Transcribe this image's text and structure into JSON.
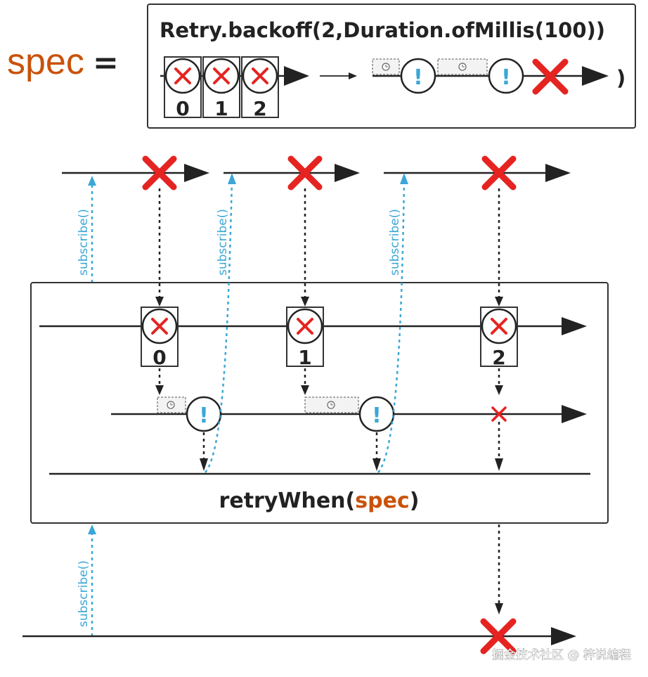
{
  "spec": {
    "label": "spec",
    "equals": "="
  },
  "formula": {
    "text": "Retry.backoff(2,Duration.ofMillis(100))",
    "close_paren": ")",
    "indices": [
      "0",
      "1",
      "2"
    ]
  },
  "operator": {
    "name": "retryWhen(",
    "arg": "spec",
    "close": ")"
  },
  "subscribe_label": "subscribe()",
  "error_indices": [
    "0",
    "1",
    "2"
  ],
  "signal_glyph": "!",
  "watermark": "掘金技术社区 @ 梓说编程",
  "colors": {
    "accent": "#c9520a",
    "error": "#e52421",
    "signal": "#3aa7d6",
    "line": "#222222"
  }
}
